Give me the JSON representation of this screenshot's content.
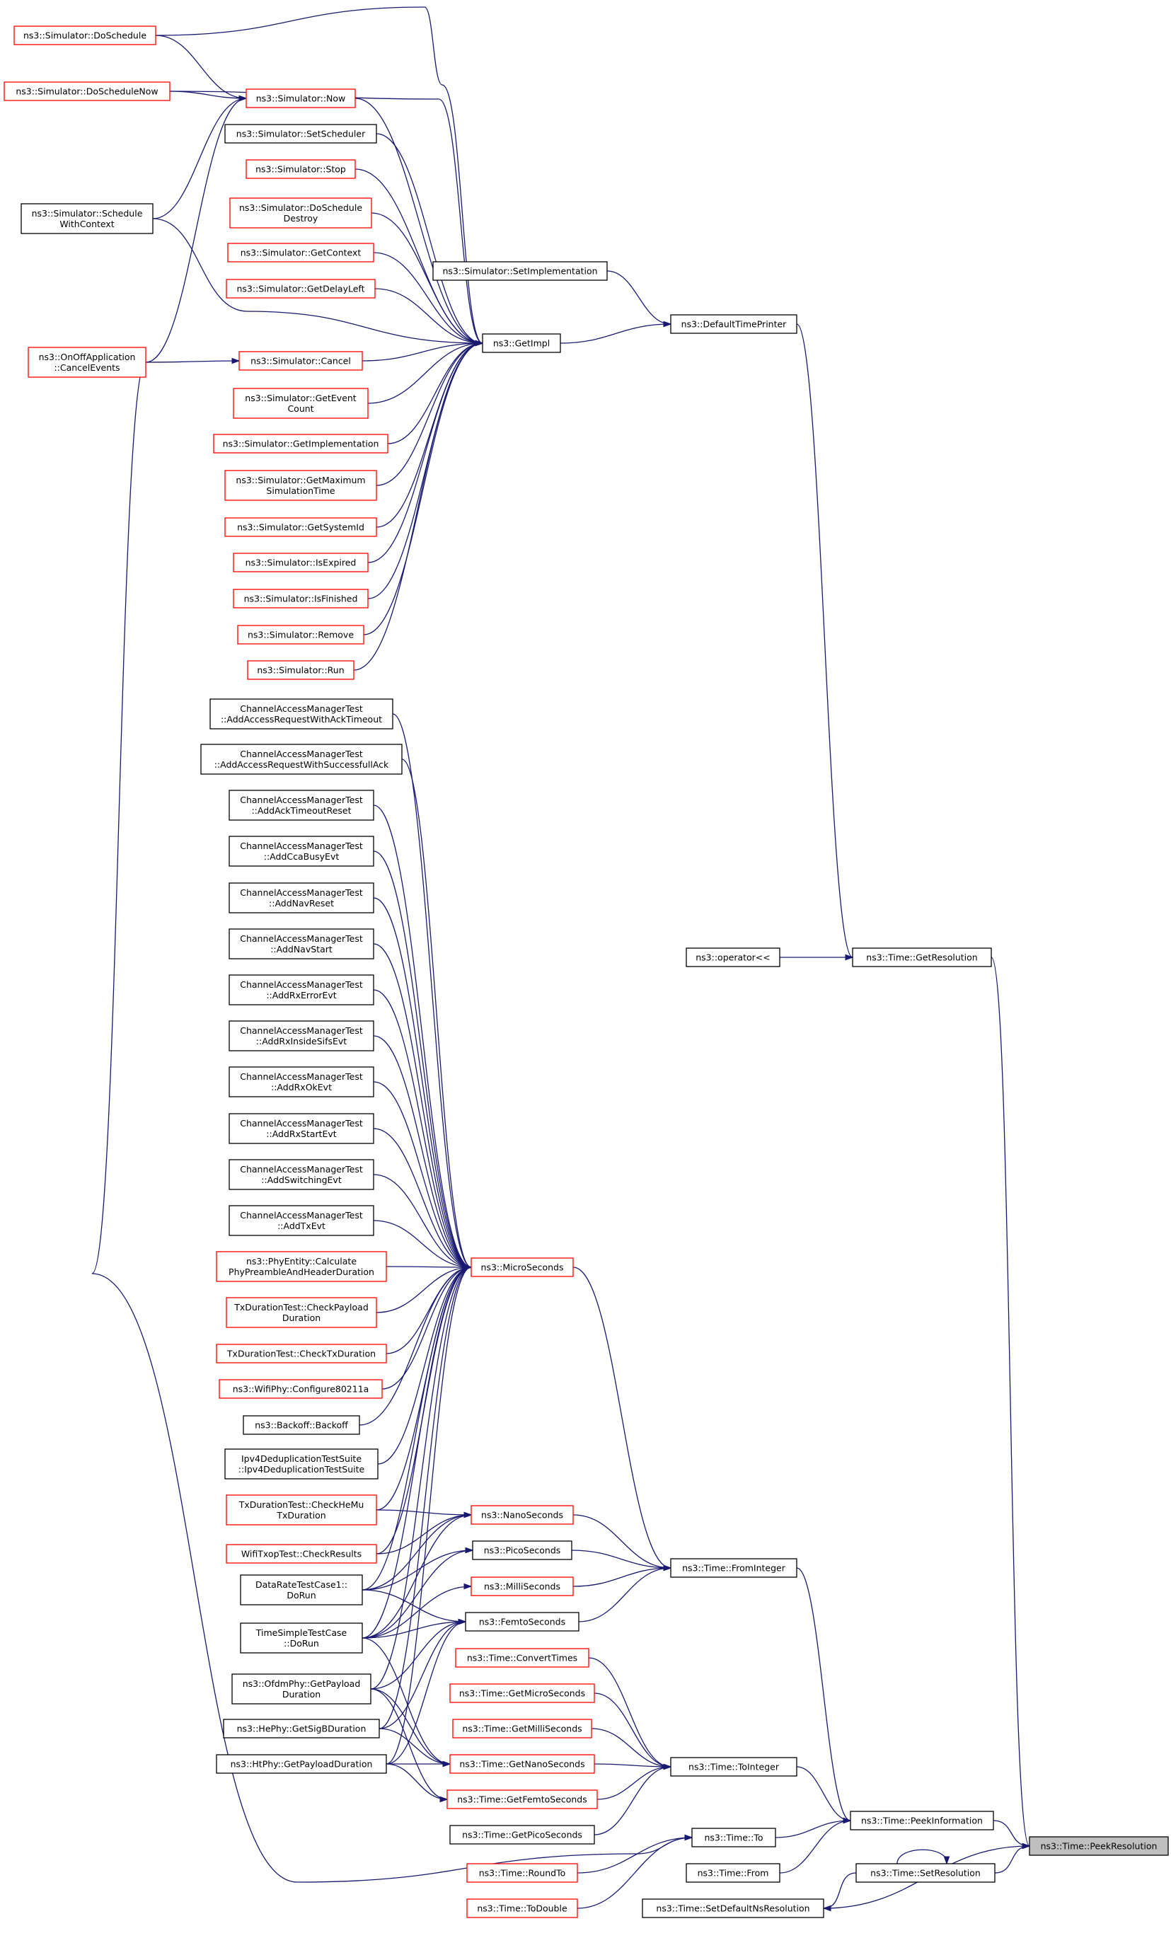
{
  "diagram": {
    "kind": "doxygen-caller-graph",
    "colors": {
      "edge": "#191970",
      "border_documented": "#000000",
      "border_undocumented": "#ff0000",
      "root_fill": "#bfbfbf",
      "node_fill": "#ffffff"
    },
    "nodes": [
      {
        "id": "dosch",
        "lines": [
          "ns3::Simulator::DoSchedule"
        ],
        "border": "red"
      },
      {
        "id": "doschnow",
        "lines": [
          "ns3::Simulator::DoScheduleNow"
        ],
        "border": "red"
      },
      {
        "id": "now",
        "lines": [
          "ns3::Simulator::Now"
        ],
        "border": "red"
      },
      {
        "id": "setsched",
        "lines": [
          "ns3::Simulator::SetScheduler"
        ],
        "border": "black"
      },
      {
        "id": "stop",
        "lines": [
          "ns3::Simulator::Stop"
        ],
        "border": "red"
      },
      {
        "id": "schedctx",
        "lines": [
          "ns3::Simulator::Schedule",
          "WithContext"
        ],
        "border": "black"
      },
      {
        "id": "dodestroy",
        "lines": [
          "ns3::Simulator::DoSchedule",
          "Destroy"
        ],
        "border": "red"
      },
      {
        "id": "getctx",
        "lines": [
          "ns3::Simulator::GetContext"
        ],
        "border": "red"
      },
      {
        "id": "setimpl",
        "lines": [
          "ns3::Simulator::SetImplementation"
        ],
        "border": "black"
      },
      {
        "id": "getdelay",
        "lines": [
          "ns3::Simulator::GetDelayLeft"
        ],
        "border": "red"
      },
      {
        "id": "dtp",
        "lines": [
          "ns3::DefaultTimePrinter"
        ],
        "border": "black"
      },
      {
        "id": "getimpl",
        "lines": [
          "ns3::GetImpl"
        ],
        "border": "black"
      },
      {
        "id": "onoff",
        "lines": [
          "ns3::OnOffApplication",
          "::CancelEvents"
        ],
        "border": "red"
      },
      {
        "id": "cancel",
        "lines": [
          "ns3::Simulator::Cancel"
        ],
        "border": "red"
      },
      {
        "id": "getevcount",
        "lines": [
          "ns3::Simulator::GetEvent",
          "Count"
        ],
        "border": "red"
      },
      {
        "id": "getimplm",
        "lines": [
          "ns3::Simulator::GetImplementation"
        ],
        "border": "red"
      },
      {
        "id": "getmax",
        "lines": [
          "ns3::Simulator::GetMaximum",
          "SimulationTime"
        ],
        "border": "red"
      },
      {
        "id": "getsysid",
        "lines": [
          "ns3::Simulator::GetSystemId"
        ],
        "border": "red"
      },
      {
        "id": "isexpired",
        "lines": [
          "ns3::Simulator::IsExpired"
        ],
        "border": "red"
      },
      {
        "id": "isfinished",
        "lines": [
          "ns3::Simulator::IsFinished"
        ],
        "border": "red"
      },
      {
        "id": "remove",
        "lines": [
          "ns3::Simulator::Remove"
        ],
        "border": "red"
      },
      {
        "id": "run",
        "lines": [
          "ns3::Simulator::Run"
        ],
        "border": "red"
      },
      {
        "id": "camt1",
        "lines": [
          "ChannelAccessManagerTest",
          "::AddAccessRequestWithAckTimeout"
        ],
        "border": "black"
      },
      {
        "id": "camt2",
        "lines": [
          "ChannelAccessManagerTest",
          "::AddAccessRequestWithSuccessfullAck"
        ],
        "border": "black"
      },
      {
        "id": "camt3",
        "lines": [
          "ChannelAccessManagerTest",
          "::AddAckTimeoutReset"
        ],
        "border": "black"
      },
      {
        "id": "camt4",
        "lines": [
          "ChannelAccessManagerTest",
          "::AddCcaBusyEvt"
        ],
        "border": "black"
      },
      {
        "id": "camt5",
        "lines": [
          "ChannelAccessManagerTest",
          "::AddNavReset"
        ],
        "border": "black"
      },
      {
        "id": "camt6",
        "lines": [
          "ChannelAccessManagerTest",
          "::AddNavStart"
        ],
        "border": "black"
      },
      {
        "id": "camt7",
        "lines": [
          "ChannelAccessManagerTest",
          "::AddRxErrorEvt"
        ],
        "border": "black"
      },
      {
        "id": "camt8",
        "lines": [
          "ChannelAccessManagerTest",
          "::AddRxInsideSifsEvt"
        ],
        "border": "black"
      },
      {
        "id": "camt9",
        "lines": [
          "ChannelAccessManagerTest",
          "::AddRxOkEvt"
        ],
        "border": "black"
      },
      {
        "id": "camt10",
        "lines": [
          "ChannelAccessManagerTest",
          "::AddRxStartEvt"
        ],
        "border": "black"
      },
      {
        "id": "camt11",
        "lines": [
          "ChannelAccessManagerTest",
          "::AddSwitchingEvt"
        ],
        "border": "black"
      },
      {
        "id": "camt12",
        "lines": [
          "ChannelAccessManagerTest",
          "::AddTxEvt"
        ],
        "border": "black"
      },
      {
        "id": "opout",
        "lines": [
          "ns3::operator<<"
        ],
        "border": "black"
      },
      {
        "id": "getres",
        "lines": [
          "ns3::Time::GetResolution"
        ],
        "border": "black"
      },
      {
        "id": "phyent",
        "lines": [
          "ns3::PhyEntity::Calculate",
          "PhyPreambleAndHeaderDuration"
        ],
        "border": "red"
      },
      {
        "id": "micro",
        "lines": [
          "ns3::MicroSeconds"
        ],
        "border": "red"
      },
      {
        "id": "txcheckpay",
        "lines": [
          "TxDurationTest::CheckPayload",
          "Duration"
        ],
        "border": "red"
      },
      {
        "id": "txchecktx",
        "lines": [
          "TxDurationTest::CheckTxDuration"
        ],
        "border": "red"
      },
      {
        "id": "wificonf",
        "lines": [
          "ns3::WifiPhy::Configure80211a"
        ],
        "border": "red"
      },
      {
        "id": "backoff",
        "lines": [
          "ns3::Backoff::Backoff"
        ],
        "border": "black"
      },
      {
        "id": "ipv4dedup",
        "lines": [
          "Ipv4DeduplicationTestSuite",
          "::Ipv4DeduplicationTestSuite"
        ],
        "border": "black"
      },
      {
        "id": "checkhemu",
        "lines": [
          "TxDurationTest::CheckHeMu",
          "TxDuration"
        ],
        "border": "red"
      },
      {
        "id": "nano",
        "lines": [
          "ns3::NanoSeconds"
        ],
        "border": "red"
      },
      {
        "id": "wifitxop",
        "lines": [
          "WifiTxopTest::CheckResults"
        ],
        "border": "red"
      },
      {
        "id": "pico",
        "lines": [
          "ns3::PicoSeconds"
        ],
        "border": "black"
      },
      {
        "id": "fromint",
        "lines": [
          "ns3::Time::FromInteger"
        ],
        "border": "black"
      },
      {
        "id": "drtc",
        "lines": [
          "DataRateTestCase1::",
          "DoRun"
        ],
        "border": "black"
      },
      {
        "id": "milli",
        "lines": [
          "ns3::MilliSeconds"
        ],
        "border": "red"
      },
      {
        "id": "femto",
        "lines": [
          "ns3::FemtoSeconds"
        ],
        "border": "black"
      },
      {
        "id": "tstc",
        "lines": [
          "TimeSimpleTestCase",
          "::DoRun"
        ],
        "border": "black"
      },
      {
        "id": "convtimes",
        "lines": [
          "ns3::Time::ConvertTimes"
        ],
        "border": "red"
      },
      {
        "id": "ofdm",
        "lines": [
          "ns3::OfdmPhy::GetPayload",
          "Duration"
        ],
        "border": "black"
      },
      {
        "id": "getmicro",
        "lines": [
          "ns3::Time::GetMicroSeconds"
        ],
        "border": "red"
      },
      {
        "id": "hephy",
        "lines": [
          "ns3::HePhy::GetSigBDuration"
        ],
        "border": "black"
      },
      {
        "id": "getmilli",
        "lines": [
          "ns3::Time::GetMilliSeconds"
        ],
        "border": "red"
      },
      {
        "id": "htphy",
        "lines": [
          "ns3::HtPhy::GetPayloadDuration"
        ],
        "border": "black"
      },
      {
        "id": "getnano",
        "lines": [
          "ns3::Time::GetNanoSeconds"
        ],
        "border": "red"
      },
      {
        "id": "toint",
        "lines": [
          "ns3::Time::ToInteger"
        ],
        "border": "black"
      },
      {
        "id": "getfemto",
        "lines": [
          "ns3::Time::GetFemtoSeconds"
        ],
        "border": "red"
      },
      {
        "id": "peekinfo",
        "lines": [
          "ns3::Time::PeekInformation"
        ],
        "border": "black"
      },
      {
        "id": "getpico",
        "lines": [
          "ns3::Time::GetPicoSeconds"
        ],
        "border": "black"
      },
      {
        "id": "to",
        "lines": [
          "ns3::Time::To"
        ],
        "border": "black"
      },
      {
        "id": "peekres",
        "lines": [
          "ns3::Time::PeekResolution"
        ],
        "border": "black",
        "root": true
      },
      {
        "id": "roundto",
        "lines": [
          "ns3::Time::RoundTo"
        ],
        "border": "red"
      },
      {
        "id": "from",
        "lines": [
          "ns3::Time::From"
        ],
        "border": "black"
      },
      {
        "id": "setres",
        "lines": [
          "ns3::Time::SetResolution"
        ],
        "border": "black"
      },
      {
        "id": "todouble",
        "lines": [
          "ns3::Time::ToDouble"
        ],
        "border": "red"
      },
      {
        "id": "setdefns",
        "lines": [
          "ns3::Time::SetDefaultNsResolution"
        ],
        "border": "black"
      }
    ],
    "edges": [
      [
        "getres",
        "peekres"
      ],
      [
        "peekinfo",
        "peekres"
      ],
      [
        "setres",
        "peekres"
      ],
      [
        "setdefns",
        "peekres"
      ],
      [
        "setres",
        "setres"
      ],
      [
        "setres",
        "setdefns"
      ],
      [
        "opout",
        "getres"
      ],
      [
        "dtp",
        "getres"
      ],
      [
        "setimpl",
        "dtp"
      ],
      [
        "getimpl",
        "dtp"
      ],
      [
        "now",
        "getimpl"
      ],
      [
        "setsched",
        "getimpl"
      ],
      [
        "stop",
        "getimpl"
      ],
      [
        "dodestroy",
        "getimpl"
      ],
      [
        "getctx",
        "getimpl"
      ],
      [
        "getdelay",
        "getimpl"
      ],
      [
        "cancel",
        "getimpl"
      ],
      [
        "getevcount",
        "getimpl"
      ],
      [
        "getimplm",
        "getimpl"
      ],
      [
        "getmax",
        "getimpl"
      ],
      [
        "getsysid",
        "getimpl"
      ],
      [
        "isexpired",
        "getimpl"
      ],
      [
        "isfinished",
        "getimpl"
      ],
      [
        "remove",
        "getimpl"
      ],
      [
        "run",
        "getimpl"
      ],
      [
        "dosch",
        "getimpl"
      ],
      [
        "doschnow",
        "getimpl"
      ],
      [
        "schedctx",
        "getimpl"
      ],
      [
        "dosch",
        "now"
      ],
      [
        "doschnow",
        "now"
      ],
      [
        "schedctx",
        "now"
      ],
      [
        "onoff",
        "now"
      ],
      [
        "onoff",
        "cancel"
      ],
      [
        "fromint",
        "peekinfo"
      ],
      [
        "toint",
        "peekinfo"
      ],
      [
        "to",
        "peekinfo"
      ],
      [
        "from",
        "peekinfo"
      ],
      [
        "micro",
        "fromint"
      ],
      [
        "nano",
        "fromint"
      ],
      [
        "pico",
        "fromint"
      ],
      [
        "milli",
        "fromint"
      ],
      [
        "femto",
        "fromint"
      ],
      [
        "camt1",
        "micro"
      ],
      [
        "camt2",
        "micro"
      ],
      [
        "camt3",
        "micro"
      ],
      [
        "camt4",
        "micro"
      ],
      [
        "camt5",
        "micro"
      ],
      [
        "camt6",
        "micro"
      ],
      [
        "camt7",
        "micro"
      ],
      [
        "camt8",
        "micro"
      ],
      [
        "camt9",
        "micro"
      ],
      [
        "camt10",
        "micro"
      ],
      [
        "camt11",
        "micro"
      ],
      [
        "camt12",
        "micro"
      ],
      [
        "phyent",
        "micro"
      ],
      [
        "txcheckpay",
        "micro"
      ],
      [
        "txchecktx",
        "micro"
      ],
      [
        "wificonf",
        "micro"
      ],
      [
        "backoff",
        "micro"
      ],
      [
        "ipv4dedup",
        "micro"
      ],
      [
        "checkhemu",
        "micro"
      ],
      [
        "drtc",
        "micro"
      ],
      [
        "tstc",
        "micro"
      ],
      [
        "ofdm",
        "micro"
      ],
      [
        "hephy",
        "micro"
      ],
      [
        "htphy",
        "micro"
      ],
      [
        "wifitxop",
        "micro"
      ],
      [
        "checkhemu",
        "nano"
      ],
      [
        "wifitxop",
        "nano"
      ],
      [
        "drtc",
        "nano"
      ],
      [
        "tstc",
        "nano"
      ],
      [
        "drtc",
        "pico"
      ],
      [
        "tstc",
        "pico"
      ],
      [
        "tstc",
        "milli"
      ],
      [
        "drtc",
        "femto"
      ],
      [
        "tstc",
        "femto"
      ],
      [
        "ofdm",
        "femto"
      ],
      [
        "hephy",
        "femto"
      ],
      [
        "htphy",
        "femto"
      ],
      [
        "convtimes",
        "toint"
      ],
      [
        "getmicro",
        "toint"
      ],
      [
        "getmilli",
        "toint"
      ],
      [
        "getnano",
        "toint"
      ],
      [
        "getfemto",
        "toint"
      ],
      [
        "getpico",
        "toint"
      ],
      [
        "tstc",
        "getnano"
      ],
      [
        "ofdm",
        "getnano"
      ],
      [
        "hephy",
        "getnano"
      ],
      [
        "htphy",
        "getnano"
      ],
      [
        "ofdm",
        "getfemto"
      ],
      [
        "htphy",
        "getfemto"
      ],
      [
        "roundto",
        "to"
      ],
      [
        "todouble",
        "to"
      ],
      [
        "onoff",
        "to"
      ]
    ]
  }
}
